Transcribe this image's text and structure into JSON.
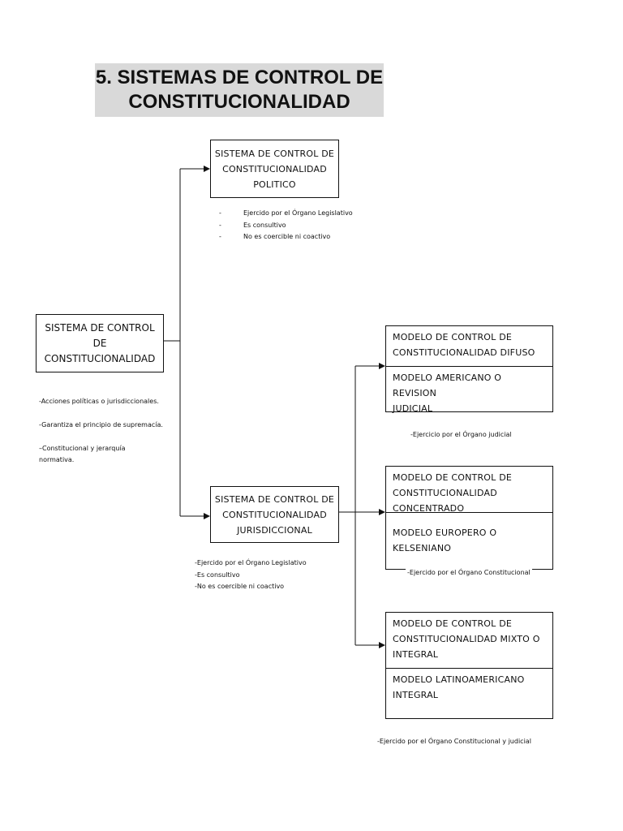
{
  "title": "5. SISTEMAS DE CONTROL DE\nCONSTITUCIONALIDAD",
  "root": {
    "label": "SISTEMA DE CONTROL\nDE\nCONSTITUCIONALIDAD",
    "notes": [
      "-Acciones políticas o jurisdiccionales.",
      "-Garantiza el principio de supremacía.",
      "–Constitucional y jerarquía\nnormativa."
    ]
  },
  "politico": {
    "label": "SISTEMA DE CONTROL DE\nCONSTITUCIONALIDAD\nPOLITICO",
    "notes": [
      "Ejercido por el Órgano Legislativo",
      "Es consultivo",
      "No es coercible ni coactivo"
    ],
    "bullet": "-"
  },
  "jurisdiccional": {
    "label": "SISTEMA DE CONTROL DE\nCONSTITUCIONALIDAD\nJURISDICCIONAL",
    "notes": [
      "-Ejercido por el Órgano Legislativo",
      "-Es consultivo",
      "-No es coercible ni coactivo"
    ]
  },
  "models": [
    {
      "title": "MODELO DE CONTROL DE\nCONSTITUCIONALIDAD DIFUSO",
      "subtitle": "MODELO AMERICANO O REVISION\nJUDICIAL",
      "note": "-Ejercicio por el Órgano judicial"
    },
    {
      "title": "MODELO DE CONTROL DE\nCONSTITUCIONALIDAD\nCONCENTRADO",
      "subtitle": "MODELO EUROPERO O KELSENIANO",
      "note": "-Ejercido por el Órgano Constitucional"
    },
    {
      "title": "MODELO DE CONTROL DE\nCONSTITUCIONALIDAD MIXTO O\nINTEGRAL",
      "subtitle": "MODELO LATINOAMERICANO\nINTEGRAL",
      "note": "-Ejercido por el Órgano Constitucional y judicial"
    }
  ]
}
